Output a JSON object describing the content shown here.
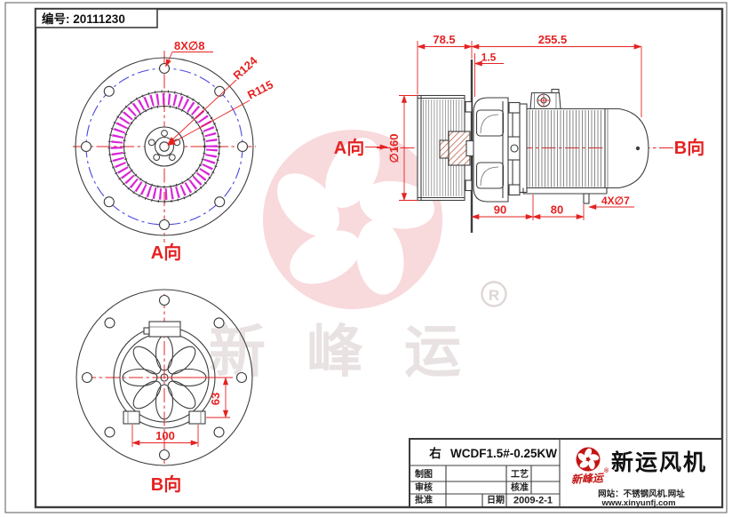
{
  "doc": {
    "number_label": "编号: 20111230"
  },
  "view_a": {
    "label": "A向",
    "dim_bolt_holes": "8X∅8",
    "dim_r124": "R124",
    "dim_r115": "R115"
  },
  "view_b": {
    "label": "B向",
    "dim_100": "100",
    "dim_63": "63"
  },
  "side_view": {
    "label_a": "A向",
    "label_b": "B向",
    "dim_78_5": "78.5",
    "dim_255_5": "255.5",
    "dim_1_5": "1.5",
    "dim_d160": "∅160",
    "dim_90": "90",
    "dim_80": "80",
    "dim_4xd7": "4X∅7"
  },
  "watermark": {
    "text": "新峰运",
    "reg": "R"
  },
  "title_block": {
    "hand": "右",
    "model": "WCDF1.5#-0.25KW",
    "rows": [
      {
        "l1": "制图",
        "v1": "",
        "l2": "工艺",
        "v2": ""
      },
      {
        "l1": "审核",
        "v1": "",
        "l2": "核准",
        "v2": ""
      },
      {
        "l1": "批准",
        "v1": "",
        "l2": "日期",
        "v2": "2009-2-1"
      }
    ],
    "brand_small": "新峰运",
    "brand_reg": "®",
    "brand_large": "新运风机",
    "site_line1": "网站：不锈钢风机.网址",
    "site_line2": "www.xinyunfj.com"
  },
  "colors": {
    "outline": "#3c3c3c",
    "dimension_red": "#e52222",
    "bolt_circle_blue": "#4848dd",
    "blade_magenta": "#da25da",
    "hatch_brown": "#c06a52",
    "logo_red": "#c51414",
    "watermark_pink": "#f8d9dc",
    "watermark_gray": "#e9e2e2"
  }
}
